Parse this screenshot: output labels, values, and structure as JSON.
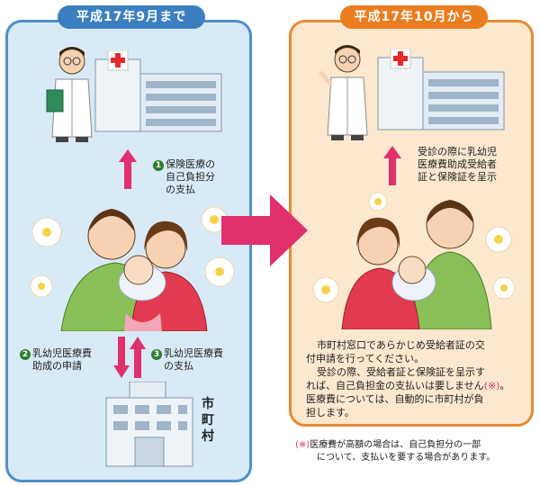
{
  "left_title": "平成17年9月まで",
  "right_title": "平成17年10月から",
  "step1": {
    "num": "1",
    "line1": "保険医療の",
    "line2": "自己負担分",
    "line3": "の支払"
  },
  "step2": {
    "num": "2",
    "line1": "乳幼児医療費",
    "line2": "助成の申請"
  },
  "step3": {
    "num": "3",
    "line1": "乳幼児医療費",
    "line2": "の支払"
  },
  "city_label": "市町村",
  "right_caption": {
    "line1": "受診の際に乳幼児",
    "line2": "医療費助成受給者",
    "line3": "証と保険証を呈示"
  },
  "right_body": {
    "line1": "市町村窓口であらかじめ受給者証の交",
    "line2": "付申請を行ってください。",
    "line3": "受診の際、受給者証と保険証を呈示す",
    "line4": "れば、自己負担金の支払いは要しません",
    "mark": "(※)",
    "line4end": "。",
    "line5": "医療費については、自動的に市町村が負",
    "line6": "担します。"
  },
  "footnote": {
    "mark": "(※)",
    "line1": "医療費が高額の場合は、自己負担分の一部",
    "line2": "について、支払いを要する場合があります。"
  },
  "colors": {
    "left_border": "#4f8fc8",
    "right_border": "#e88a32",
    "arrow": "#e0306e",
    "step_green": "#2e7d32"
  }
}
